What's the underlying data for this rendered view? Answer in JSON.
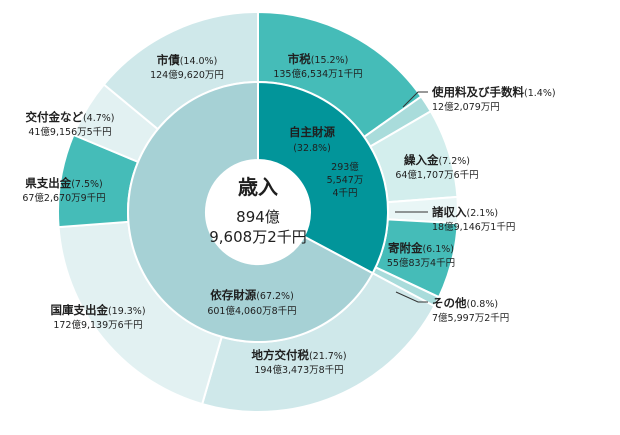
{
  "chart_data": {
    "type": "pie",
    "center": {
      "title": "歳入",
      "line1": "894億",
      "line2": "9,608万2千円"
    },
    "inner": [
      {
        "name": "自主財源",
        "pct_label": "(32.8%)",
        "percent": 32.8,
        "amount_lines": [
          "293億",
          "5,547万",
          "4千円"
        ],
        "color": "#02959a"
      },
      {
        "name": "依存財源",
        "pct_label": "(67.2%)",
        "percent": 67.2,
        "amount_lines": [
          "601億4,060万8千円"
        ],
        "color": "#a6d1d5"
      }
    ],
    "outer": [
      {
        "name": "市税",
        "pct_label": "(15.2%)",
        "percent": 15.2,
        "amount": "135億6,534万1千円",
        "color": "#45bcb8"
      },
      {
        "name": "使用料及び手数料",
        "pct_label": "(1.4%)",
        "percent": 1.4,
        "amount": "12億2,079万円",
        "color": "#a9dcdb"
      },
      {
        "name": "繰入金",
        "pct_label": "(7.2%)",
        "percent": 7.2,
        "amount": "64億1,707万6千円",
        "color": "#d3eeed"
      },
      {
        "name": "諸収入",
        "pct_label": "(2.1%)",
        "percent": 2.1,
        "amount": "18億9,146万1千円",
        "color": "#e9f6f6"
      },
      {
        "name": "寄附金",
        "pct_label": "(6.1%)",
        "percent": 6.1,
        "amount": "55億83万4千円",
        "color": "#45bcb8"
      },
      {
        "name": "その他",
        "pct_label": "(0.8%)",
        "percent": 0.8,
        "amount": "7億5,997万2千円",
        "color": "#a9dcdb"
      },
      {
        "name": "地方交付税",
        "pct_label": "(21.7%)",
        "percent": 21.7,
        "amount": "194億3,473万8千円",
        "color": "#cfe8ea"
      },
      {
        "name": "国庫支出金",
        "pct_label": "(19.3%)",
        "percent": 19.3,
        "amount": "172億9,139万6千円",
        "color": "#e2f1f2"
      },
      {
        "name": "県支出金",
        "pct_label": "(7.5%)",
        "percent": 7.5,
        "amount": "67億2,670万9千円",
        "color": "#45bcb8"
      },
      {
        "name": "交付金など",
        "pct_label": "(4.7%)",
        "percent": 4.7,
        "amount": "41億9,156万5千円",
        "color": "#e2f1f2"
      },
      {
        "name": "市債",
        "pct_label": "(14.0%)",
        "percent": 14.0,
        "amount": "124億9,620万円",
        "color": "#cfe8ea"
      }
    ]
  }
}
